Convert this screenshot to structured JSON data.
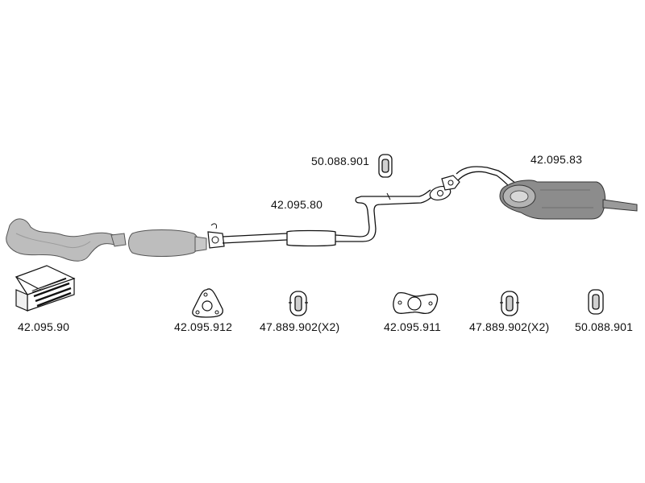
{
  "diagram": {
    "part_numbers": {
      "catalyst_kit": "42.095.90",
      "gasket_triangle": "42.095.912",
      "hanger_left": "47.889.902(X2)",
      "gasket_oval": "42.095.911",
      "hanger_right": "47.889.902(X2)",
      "hanger_end": "50.088.901",
      "hanger_top": "50.088.901",
      "front_pipe": "42.095.80",
      "rear_silencer": "42.095.83"
    },
    "colors": {
      "line": "#111111",
      "part_fill": "#ffffff",
      "shaded_part": "#bdbdbd",
      "muffler_body": "#8c8c8c"
    }
  }
}
